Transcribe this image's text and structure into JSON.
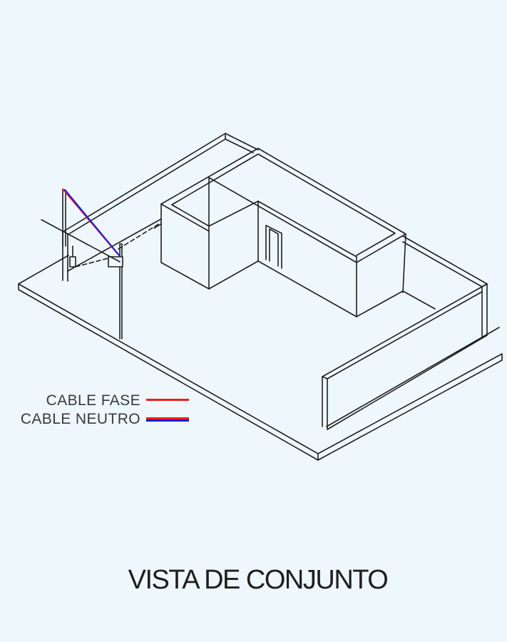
{
  "legend": [
    {
      "label": "CABLE FASE",
      "colors": [
        "#ee1c1c",
        "#ffffff"
      ]
    },
    {
      "label": "CABLE NEUTRO",
      "colors": [
        "#ee1c1c",
        "#1a1ae8"
      ]
    }
  ],
  "caption": "VISTA DE CONJUNTO",
  "colors": {
    "background": "#eef8fc",
    "line": "#1e1e1e",
    "fase": "#ee1c1c",
    "neutro": "#1a1ae8"
  }
}
